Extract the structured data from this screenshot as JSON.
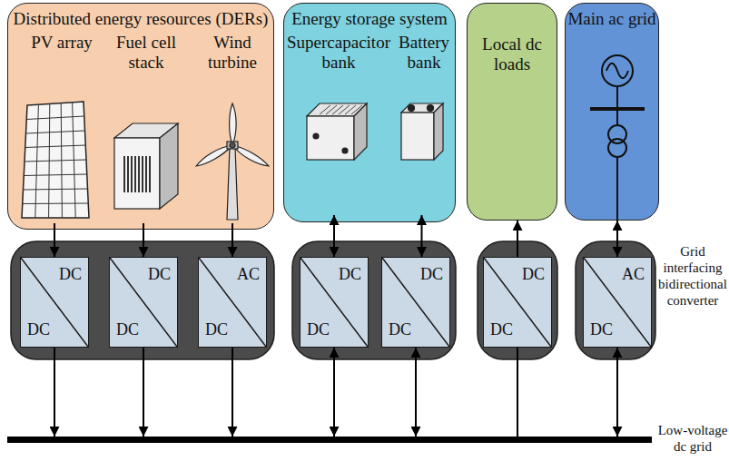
{
  "diagram": {
    "nodes": [
      {
        "text": [
          "Distributed energy resources (DERs)"
        ]
      },
      {
        "text": [
          "PV array"
        ],
        "in": 0
      },
      {
        "text": [
          "Fuel cell stack"
        ],
        "in": 0
      },
      {
        "text": [
          "Wind turbine"
        ],
        "in": 0
      },
      {
        "text": [
          "Energy storage system"
        ]
      },
      {
        "text": [
          "Supercapacitor bank"
        ],
        "in": 4
      },
      {
        "text": [
          "Battery bank"
        ],
        "in": 4
      },
      {
        "text": [
          "Local dc loads"
        ]
      },
      {
        "text": [
          "Main ac grid"
        ]
      },
      {
        "text": [
          "DC",
          "DC"
        ]
      },
      {
        "text": [
          "DC",
          "DC"
        ]
      },
      {
        "text": [
          "AC",
          "DC"
        ]
      },
      {
        "text": [
          "DC",
          "DC"
        ]
      },
      {
        "text": [
          "DC",
          "DC"
        ]
      },
      {
        "text": [
          "DC",
          "DC"
        ]
      },
      {
        "text": [
          "AC",
          "DC"
        ]
      },
      {
        "text": [
          "Low-voltage dc grid"
        ]
      }
    ],
    "edges": [
      {
        "from": 1,
        "to": 9,
        "arrow": "to"
      },
      {
        "from": 2,
        "to": 10,
        "arrow": "to"
      },
      {
        "from": 3,
        "to": 11,
        "arrow": "to"
      },
      {
        "from": 9,
        "to": 16,
        "arrow": "to"
      },
      {
        "from": 10,
        "to": 16,
        "arrow": "to"
      },
      {
        "from": 11,
        "to": 16,
        "arrow": "to"
      },
      {
        "from": 5,
        "to": 12,
        "arrow": "both"
      },
      {
        "from": 6,
        "to": 13,
        "arrow": "both"
      },
      {
        "from": 12,
        "to": 16,
        "arrow": "both"
      },
      {
        "from": 13,
        "to": 16,
        "arrow": "both"
      },
      {
        "from": 14,
        "to": 7,
        "arrow": "to"
      },
      {
        "from": 16,
        "to": 14,
        "arrow": "none"
      },
      {
        "from": 8,
        "to": 15,
        "arrow": "both"
      },
      {
        "from": 15,
        "to": 16,
        "arrow": "both"
      }
    ],
    "labels": [
      "Grid interfacing bidirectional converter"
    ]
  }
}
